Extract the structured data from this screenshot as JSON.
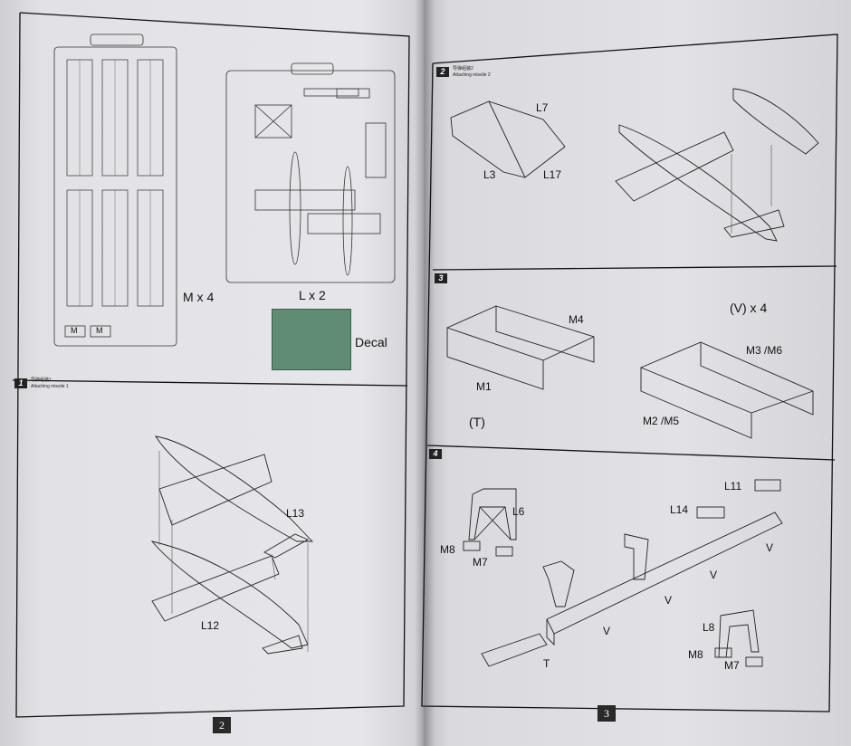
{
  "parts_overview": {
    "sprue_m_label": "M x 4",
    "sprue_l_label": "L x 2",
    "decal_label": "Decal",
    "sprue_m_tags": [
      "M",
      "M"
    ]
  },
  "steps": [
    {
      "number": "1",
      "caption_cn": "导弹组装1",
      "caption_en": "Attaching missile 1",
      "labels": {
        "l13": "L13",
        "l12": "L12"
      }
    },
    {
      "number": "2",
      "caption_cn": "导弹组装2",
      "caption_en": "Attaching missile 2",
      "labels": {
        "l7": "L7",
        "l3": "L3",
        "l17": "L17"
      }
    },
    {
      "number": "3",
      "labels": {
        "m4": "M4",
        "m1": "M1",
        "t": "(T)",
        "v4": "(V) x 4",
        "m3m6": "M3 /M6",
        "m2m5": "M2 /M5"
      }
    },
    {
      "number": "4",
      "labels": {
        "l6": "L6",
        "m8a": "M8",
        "m7a": "M7",
        "l11": "L11",
        "l14": "L14",
        "v": "V",
        "t": "T",
        "l8": "L8",
        "m8b": "M8",
        "m7b": "M7"
      }
    }
  ],
  "page_numbers": {
    "left": "2",
    "right": "3"
  }
}
